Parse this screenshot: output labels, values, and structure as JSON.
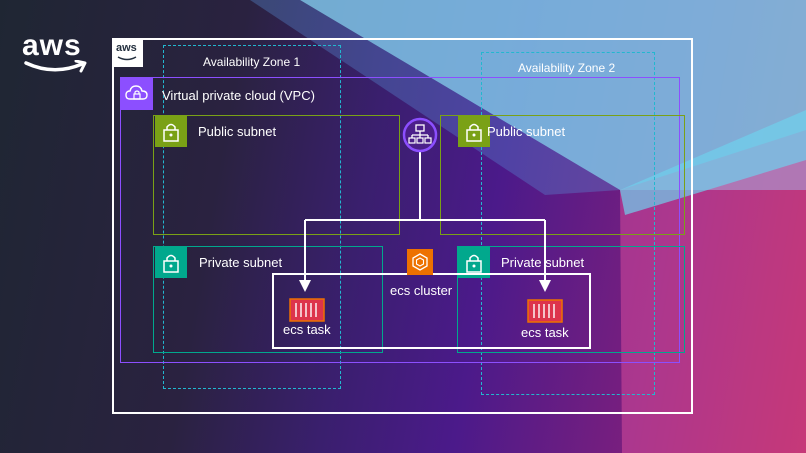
{
  "brand": {
    "logo_text": "aws",
    "badge_text": "aws"
  },
  "zones": {
    "az1_label": "Availability Zone 1",
    "az2_label": "Availability Zone 2"
  },
  "vpc": {
    "label": "Virtual private cloud (VPC)"
  },
  "subnets": {
    "public1": "Public subnet",
    "public2": "Public subnet",
    "private1": "Private subnet",
    "private2": "Private subnet"
  },
  "cluster": {
    "label": "ecs cluster"
  },
  "tasks": {
    "task1": "ecs task",
    "task2": "ecs task"
  },
  "colors": {
    "vpc": "#8c4fff",
    "public_subnet": "#7aa116",
    "private_subnet": "#01a88d",
    "availability_zone": "#22b8cf",
    "ecs": "#ed7100",
    "task": "#dd344c"
  },
  "icons": {
    "vpc": "vpc-cloud-icon",
    "lock": "lock-icon",
    "load_balancer": "load-balancer-icon",
    "ecs": "ecs-icon",
    "container": "container-task-icon"
  }
}
